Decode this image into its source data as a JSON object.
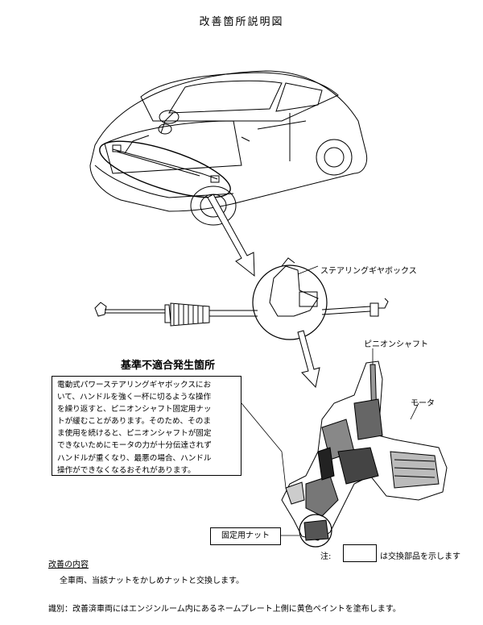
{
  "title": "改善箇所説明図",
  "labels": {
    "steering_gearbox": "ステアリングギヤボックス",
    "pinion_shaft": "ピニオンシャフト",
    "motor": "モータ",
    "lock_nut": "固定用ナット"
  },
  "nonconformity": {
    "heading": "基準不適合発生箇所",
    "lines": [
      "電動式パワーステアリングギヤボックスにお",
      "いて、ハンドルを強く一杯に切るような操作",
      "を繰り返すと、ピニオンシャフト固定用ナッ",
      "トが緩むことがあります。そのため、そのま",
      "ま使用を続けると、ピニオンシャフトが固定",
      "できないためにモータの力が十分伝達されず",
      "ハンドルが重くなり、最悪の場合、ハンドル",
      "操作ができなくなるおそれがあります。"
    ]
  },
  "note": {
    "label": "注:",
    "text": "は交換部品を示します"
  },
  "improvement": {
    "heading": "改善の内容",
    "text": "全車両、当該ナットをかしめナットと交換します。"
  },
  "identification": "識別：改善済車両にはエンジンルーム内にあるネームプレート上側に黄色ペイントを塗布します。"
}
